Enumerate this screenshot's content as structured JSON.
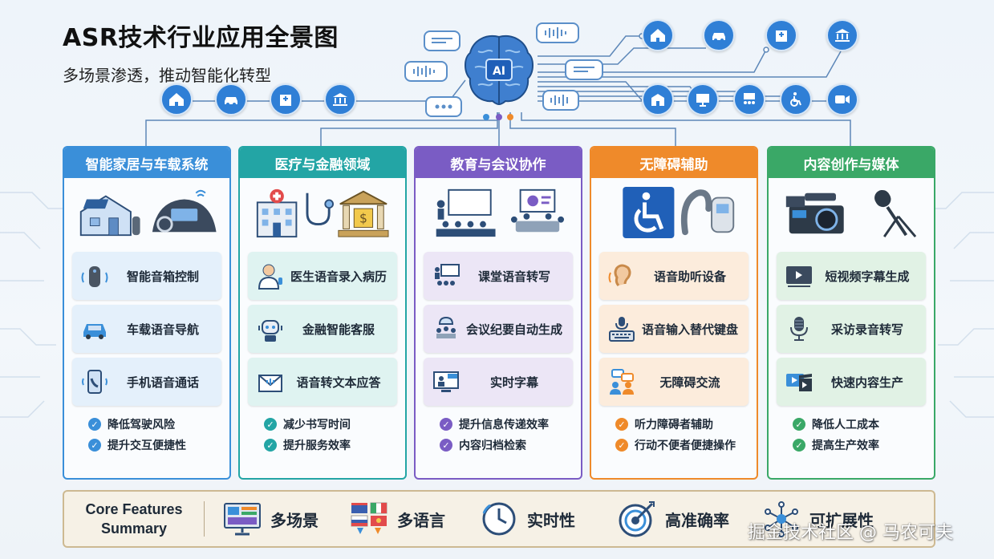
{
  "header": {
    "title": "ASR技术行业应用全景图",
    "subtitle": "多场景渗透，推动智能化转型"
  },
  "hub": {
    "center_label": "AI",
    "top_icons": [
      "home-icon",
      "car-icon",
      "hospital-icon",
      "bank-icon"
    ],
    "right_icons_row1": [
      "home-icon",
      "car-icon",
      "hospital-icon",
      "bank-icon"
    ],
    "right_icons_row2": [
      "school-icon",
      "presentation-icon",
      "meeting-icon",
      "wheelchair-icon",
      "video-icon"
    ]
  },
  "columns": [
    {
      "title": "智能家居与车载系统",
      "color": "#3a8fd9",
      "light": "#e4f0fb",
      "features": [
        {
          "label": "智能音箱控制",
          "icon": "smart-speaker-icon"
        },
        {
          "label": "车载语音导航",
          "icon": "car-icon"
        },
        {
          "label": "手机语音通话",
          "icon": "phone-icon"
        }
      ],
      "benefits": [
        "降低驾驶风险",
        "提升交互便捷性"
      ]
    },
    {
      "title": "医疗与金融领域",
      "color": "#23a5a5",
      "light": "#dff3f1",
      "features": [
        {
          "label": "医生语音录入病历",
          "icon": "doctor-icon"
        },
        {
          "label": "金融智能客服",
          "icon": "robot-icon"
        },
        {
          "label": "语音转文本应答",
          "icon": "mail-icon"
        }
      ],
      "benefits": [
        "减少书写时间",
        "提升服务效率"
      ]
    },
    {
      "title": "教育与会议协作",
      "color": "#7a5cc4",
      "light": "#ece6f6",
      "features": [
        {
          "label": "课堂语音转写",
          "icon": "classroom-icon"
        },
        {
          "label": "会议纪要自动生成",
          "icon": "meeting-icon"
        },
        {
          "label": "实时字幕",
          "icon": "live-icon"
        }
      ],
      "benefits": [
        "提升信息传递效率",
        "内容归档检索"
      ]
    },
    {
      "title": "无障碍辅助",
      "color": "#ef8a2a",
      "light": "#fcecdc",
      "features": [
        {
          "label": "语音助听设备",
          "icon": "ear-icon"
        },
        {
          "label": "语音输入替代键盘",
          "icon": "keyboard-icon"
        },
        {
          "label": "无障碍交流",
          "icon": "chat-icon"
        }
      ],
      "benefits": [
        "听力障碍者辅助",
        "行动不便者便捷操作"
      ]
    },
    {
      "title": "内容创作与媒体",
      "color": "#3aa867",
      "light": "#e1f2e5",
      "features": [
        {
          "label": "短视频字幕生成",
          "icon": "video-player-icon"
        },
        {
          "label": "采访录音转写",
          "icon": "microphone-icon"
        },
        {
          "label": "快速内容生产",
          "icon": "clapper-icon"
        }
      ],
      "benefits": [
        "降低人工成本",
        "提高生产效率"
      ]
    }
  ],
  "summary": {
    "title_line1": "Core Features",
    "title_line2": "Summary",
    "items": [
      {
        "label": "多场景",
        "icon": "dashboard-icon"
      },
      {
        "label": "多语言",
        "icon": "flags-icon"
      },
      {
        "label": "实时性",
        "icon": "clock-icon"
      },
      {
        "label": "高准确率",
        "icon": "target-icon"
      },
      {
        "label": "可扩展性",
        "icon": "network-icon"
      }
    ]
  },
  "watermark": "掘金技术社区 @ 马农可夫"
}
